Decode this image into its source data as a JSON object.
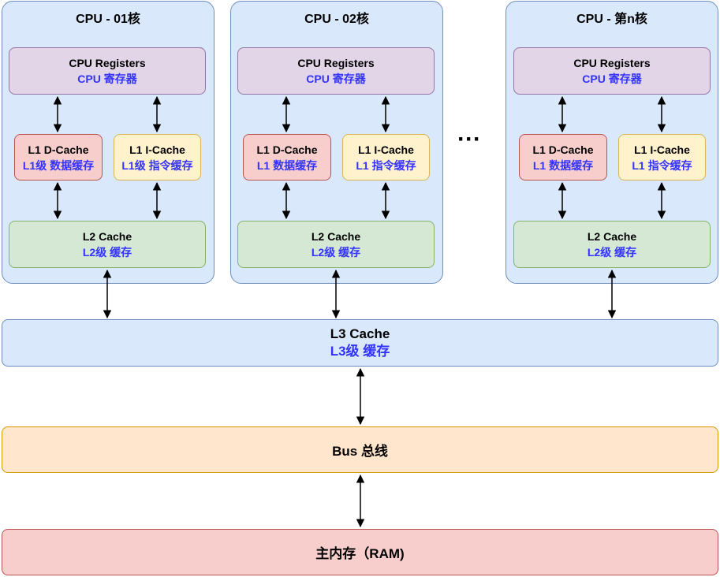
{
  "cores": [
    {
      "title": "CPU - 01核",
      "registers": {
        "en": "CPU Registers",
        "cn": "CPU 寄存器"
      },
      "l1d": {
        "en": "L1 D-Cache",
        "cn": "L1级 数据缓存"
      },
      "l1i": {
        "en": "L1 I-Cache",
        "cn": "L1级 指令缓存"
      },
      "l2": {
        "en": "L2 Cache",
        "cn": "L2级 缓存"
      }
    },
    {
      "title": "CPU - 02核",
      "registers": {
        "en": "CPU Registers",
        "cn": "CPU 寄存器"
      },
      "l1d": {
        "en": "L1 D-Cache",
        "cn": "L1 数据缓存"
      },
      "l1i": {
        "en": "L1 I-Cache",
        "cn": "L1 指令缓存"
      },
      "l2": {
        "en": "L2 Cache",
        "cn": "L2级 缓存"
      }
    },
    {
      "title": "CPU - 第n核",
      "registers": {
        "en": "CPU Registers",
        "cn": "CPU 寄存器"
      },
      "l1d": {
        "en": "L1 D-Cache",
        "cn": "L1 数据缓存"
      },
      "l1i": {
        "en": "L1 I-Cache",
        "cn": "L1 指令缓存"
      },
      "l2": {
        "en": "L2 Cache",
        "cn": "L2级 缓存"
      }
    }
  ],
  "ellipsis": "···",
  "l3": {
    "en": "L3 Cache",
    "cn": "L3级 缓存"
  },
  "bus": {
    "label": "Bus 总线"
  },
  "ram": {
    "label": "主内存（RAM)"
  },
  "colors": {
    "core_fill": "#dae8fc",
    "core_border": "#6c8ebf",
    "registers_fill": "#e1d5e7",
    "l1d_fill": "#f8cecc",
    "l1i_fill": "#fff2cc",
    "l2_fill": "#d5e8d4",
    "bus_fill": "#ffe6cc",
    "ram_fill": "#f8cecc",
    "chinese_text": "#3333ff"
  }
}
